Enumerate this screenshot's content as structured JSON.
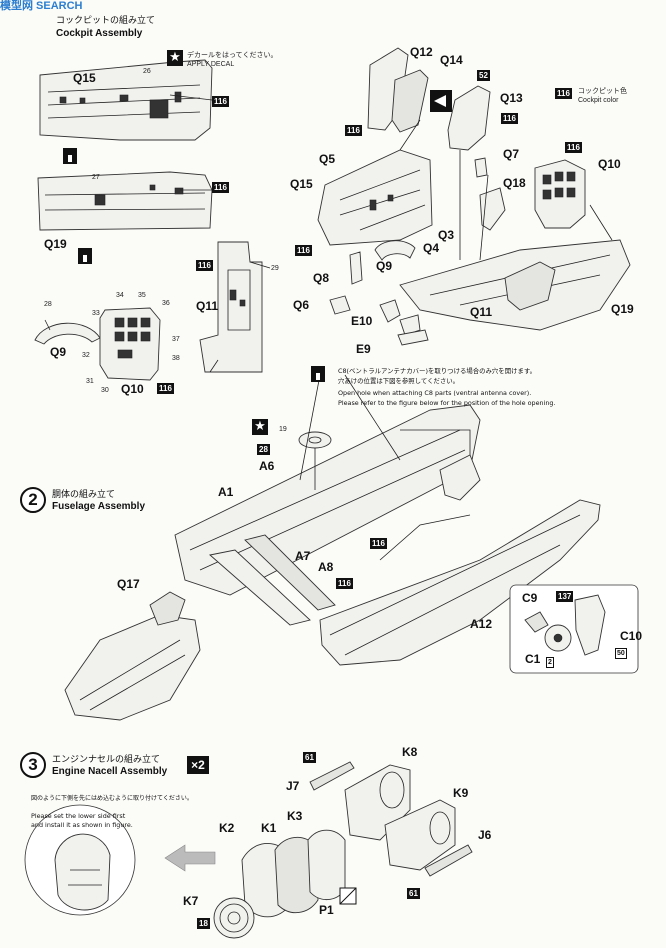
{
  "watermark": {
    "text": "模型网 SEARCH"
  },
  "step1": {
    "title_jp": "コックピットの組み立て",
    "title_en": "Cockpit Assembly"
  },
  "decal_note": {
    "jp": "デカールをはってください。",
    "en": "APPLY DECAL"
  },
  "cockpit_color": {
    "code": "116",
    "jp": "コックピット色",
    "en": "Cockpit color"
  },
  "labels": {
    "q15a": "Q15",
    "q19a": "Q19",
    "q11a": "Q11",
    "q9a": "Q9",
    "q10a": "Q10",
    "q12": "Q12",
    "q14": "Q14",
    "q13": "Q13",
    "q7": "Q7",
    "q10b": "Q10",
    "q18": "Q18",
    "q5": "Q5",
    "q15b": "Q15",
    "q3": "Q3",
    "q4": "Q4",
    "q9b": "Q9",
    "q8": "Q8",
    "q6": "Q6",
    "e10": "E10",
    "e9": "E9",
    "q11b": "Q11",
    "q19b": "Q19",
    "a6": "A6",
    "a1": "A1",
    "a7": "A7",
    "a8": "A8",
    "q17": "Q17",
    "a12": "A12",
    "c9": "C9",
    "c1": "C1",
    "c10": "C10",
    "j7": "J7",
    "k8": "K8",
    "k9": "K9",
    "j6": "J6",
    "k2": "K2",
    "k1": "K1",
    "k3": "K3",
    "k7": "K7",
    "p1": "P1"
  },
  "nums": {
    "n26a": "26",
    "n27": "27",
    "n29": "29",
    "n28": "28",
    "n34": "34",
    "n35": "35",
    "n36": "36",
    "n33": "33",
    "n37": "37",
    "n32": "32",
    "n38": "38",
    "n31": "31",
    "n30": "30",
    "n19": "19"
  },
  "color_boxes": {
    "b116": "116",
    "b52": "52",
    "b28": "28",
    "b137": "137",
    "b2": "2",
    "b50": "50",
    "b61": "61",
    "b18": "18"
  },
  "antenna_note": {
    "jp1": "C8(ベントラルアンテナカバー)を取りつける場合のみ穴を開けます。",
    "jp2": "穴あけの位置は下図を参照してください。",
    "en1": "Open hole when attaching C8 parts (ventral antenna cover).",
    "en2": "Please refer to the figure below for the position of the hole opening."
  },
  "step2": {
    "num": "2",
    "title_jp": "胴体の組み立て",
    "title_en": "Fuselage Assembly"
  },
  "step3": {
    "num": "3",
    "title_jp": "エンジンナセルの組み立て",
    "title_en": "Engine Nacell Assembly",
    "multiplier": "×2"
  },
  "step3_note": {
    "jp1": "図のように下側を先にはめ込むように取り付けてください。",
    "en1": "Please set the lower side first",
    "en2": "and install it as shown in figure."
  }
}
